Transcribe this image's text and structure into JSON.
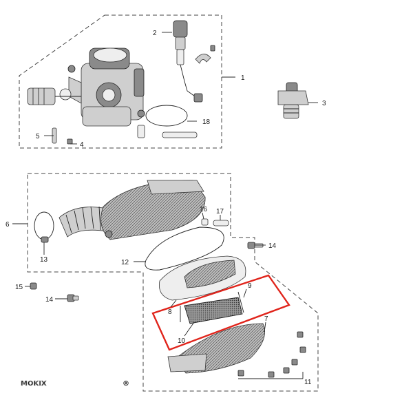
{
  "callouts": {
    "c1": "1",
    "c2": "2",
    "c3": "3",
    "c4": "4",
    "c5": "5",
    "c6": "6",
    "c7": "7",
    "c8": "8",
    "c9": "9",
    "c10": "10",
    "c11": "11",
    "c12": "12",
    "c13": "13",
    "c14a": "14",
    "c14b": "14",
    "c15": "15",
    "c16": "16",
    "c17": "17",
    "c18": "18"
  },
  "watermark": {
    "brand": "MOKIX",
    "mark": "®"
  },
  "colors": {
    "highlight": "#e0241b",
    "line": "#333333",
    "watermark": "#c8c8c8"
  }
}
